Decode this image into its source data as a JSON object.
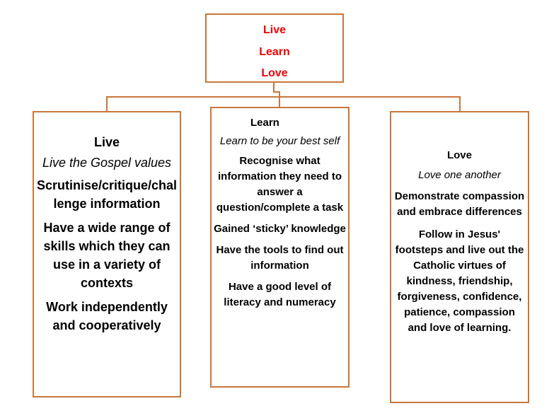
{
  "top": {
    "lines": [
      "Live",
      "Learn",
      "Love"
    ],
    "text_color": "#ee0000"
  },
  "border_color": "#c8773a",
  "columns": {
    "live": {
      "title": "Live",
      "subtitle": "Live the Gospel values",
      "points": [
        "Scrutinise/critique/challenge information",
        "Have a wide range of skills which they can use in a variety of contexts",
        "Work independently and cooperatively"
      ]
    },
    "learn": {
      "title": "Learn",
      "subtitle": "Learn to be your best self",
      "points": [
        "Recognise what information they need to answer a question/complete a task",
        "Gained ‘sticky’ knowledge",
        "Have the tools to find out information",
        "Have a good level of literacy and numeracy"
      ]
    },
    "love": {
      "title": "Love",
      "subtitle": "Love one another",
      "points": [
        "Demonstrate compassion and embrace differences",
        "Follow in Jesus' footsteps and live out the Catholic virtues of kindness, friendship, forgiveness, confidence, patience, compassion and love of learning."
      ]
    }
  }
}
